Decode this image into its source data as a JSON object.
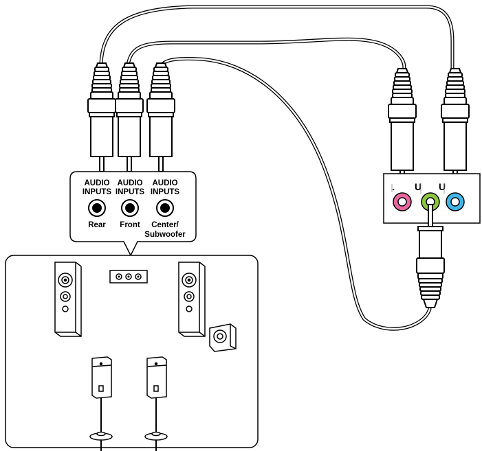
{
  "diagram": {
    "jacks": [
      {
        "line1": "AUDIO",
        "line2": "INPUTS",
        "label": "Rear",
        "label2": ""
      },
      {
        "line1": "AUDIO",
        "line2": "INPUTS",
        "label": "Front",
        "label2": ""
      },
      {
        "line1": "AUDIO",
        "line2": "INPUTS",
        "label": "Center/",
        "label2": "Subwoofer"
      }
    ],
    "port_panel": {
      "ports": [
        {
          "name": "pink",
          "color": "#e8669e"
        },
        {
          "name": "green",
          "color": "#8dc63f"
        },
        {
          "name": "blue",
          "color": "#41b6e6"
        }
      ],
      "u_glyph": "U"
    },
    "colors": {
      "line": "#000000",
      "jack_fill": "#000000",
      "background": "#ffffff"
    }
  }
}
